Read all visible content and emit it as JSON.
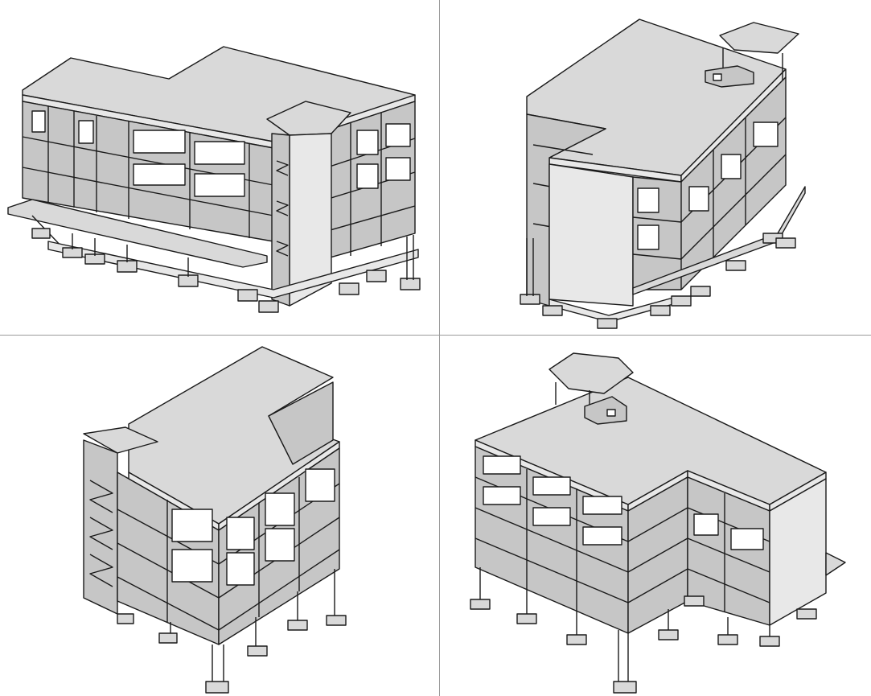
{
  "viewport": {
    "layout": "2x2-isometric-views",
    "background": "#ffffff",
    "divider_color": "#9a9a9a"
  },
  "views": [
    {
      "id": "view-top-left",
      "icon": "building-3d-model"
    },
    {
      "id": "view-top-right",
      "icon": "building-3d-model"
    },
    {
      "id": "view-bottom-left",
      "icon": "building-3d-model"
    },
    {
      "id": "view-bottom-right",
      "icon": "building-3d-model"
    }
  ],
  "colors": {
    "slab": "#d9d9d9",
    "wall": "#c6c6c6",
    "edge": "#1a1a1a",
    "highlight": "#e8e8e8"
  }
}
